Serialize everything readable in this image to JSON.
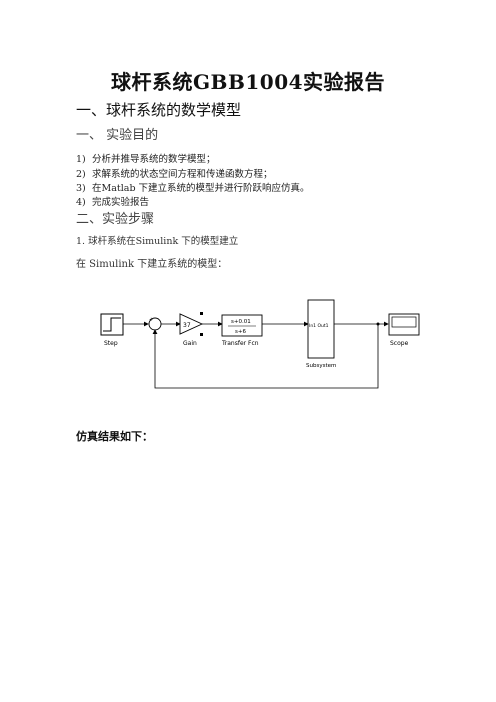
{
  "doc": {
    "title": "球杆系统GBB1004实验报告",
    "section1": "一、球杆系统的数学模型",
    "sub1": "一、  实验目的",
    "objectives": [
      {
        "num": "1)",
        "text": "分析并推导系统的数学模型；"
      },
      {
        "num": "2)",
        "text": "求解系统的状态空间方程和传递函数方程；"
      },
      {
        "num": "3)",
        "text": "在Matlab 下建立系统的模型并进行阶跃响应仿真。"
      },
      {
        "num": "4)",
        "text": "完成实验报告"
      }
    ],
    "sub2": "二、实验步骤",
    "step1": "1.  球杆系统在Simulink 下的模型建立",
    "para1": "在 Simulink 下建立系统的模型：",
    "result_label": "仿真结果如下："
  },
  "diagram": {
    "step_label": "Step",
    "sum_sign": "+",
    "gain_value": "37",
    "gain_label": "Gain",
    "tf_numerator": "s+0.01",
    "tf_denominator": "s+6",
    "tf_label": "Transfer Fcn",
    "subsystem_ports": "In1  Out1",
    "subsystem_label": "Subsystem",
    "scope_label": "Scope"
  }
}
